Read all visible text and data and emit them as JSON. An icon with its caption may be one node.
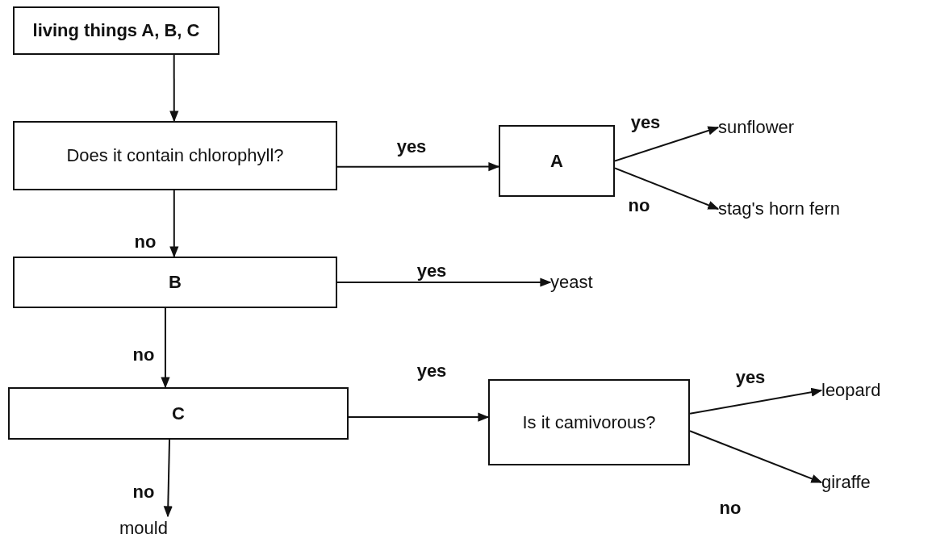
{
  "diagram": {
    "nodes": [
      {
        "text": [
          "living things A, B, C"
        ]
      },
      {
        "text": [
          "Does it contain chlorophyll?"
        ]
      },
      {
        "text": [
          "A"
        ]
      },
      {
        "text": [
          "sunflower"
        ]
      },
      {
        "text": [
          "stag's horn fern"
        ]
      },
      {
        "text": [
          "B"
        ]
      },
      {
        "text": [
          "yeast"
        ]
      },
      {
        "text": [
          "C"
        ]
      },
      {
        "text": [
          "Is it camivorous?"
        ]
      },
      {
        "text": [
          "leopard"
        ]
      },
      {
        "text": [
          "giraffe"
        ]
      },
      {
        "text": [
          "mould"
        ]
      }
    ],
    "edges": [
      {
        "from": 0,
        "to": 1,
        "arrow": "to"
      },
      {
        "from": 1,
        "to": 2,
        "arrow": "to",
        "label": "yes"
      },
      {
        "from": 2,
        "to": 3,
        "arrow": "to",
        "label": "yes"
      },
      {
        "from": 2,
        "to": 4,
        "arrow": "to",
        "label": "no"
      },
      {
        "from": 1,
        "to": 5,
        "arrow": "to",
        "label": "no"
      },
      {
        "from": 5,
        "to": 6,
        "arrow": "to",
        "label": "yes"
      },
      {
        "from": 5,
        "to": 7,
        "arrow": "to",
        "label": "no"
      },
      {
        "from": 7,
        "to": 8,
        "arrow": "to",
        "label": "yes"
      },
      {
        "from": 7,
        "to": 11,
        "arrow": "to",
        "label": "no"
      },
      {
        "from": 8,
        "to": 9,
        "arrow": "to",
        "label": "yes"
      },
      {
        "from": 8,
        "to": 10,
        "arrow": "to",
        "label": "no"
      }
    ]
  }
}
